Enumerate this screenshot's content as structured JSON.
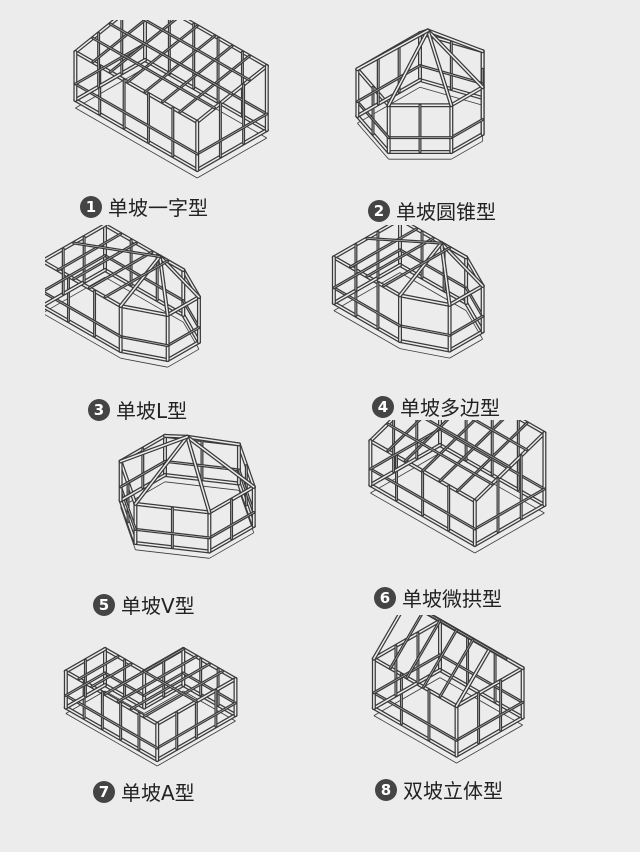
{
  "items": [
    {
      "number": "1",
      "label": "单坡一字型"
    },
    {
      "number": "2",
      "label": "单坡圆锥型"
    },
    {
      "number": "3",
      "label": "单坡L型"
    },
    {
      "number": "4",
      "label": "单坡多边型"
    },
    {
      "number": "5",
      "label": "单坡V型"
    },
    {
      "number": "6",
      "label": "单坡微拱型"
    },
    {
      "number": "7",
      "label": "单坡A型"
    },
    {
      "number": "8",
      "label": "双坡立体型"
    }
  ],
  "colors": {
    "background": "#ececec",
    "line": "#3a3a3a",
    "badge": "#444444"
  }
}
